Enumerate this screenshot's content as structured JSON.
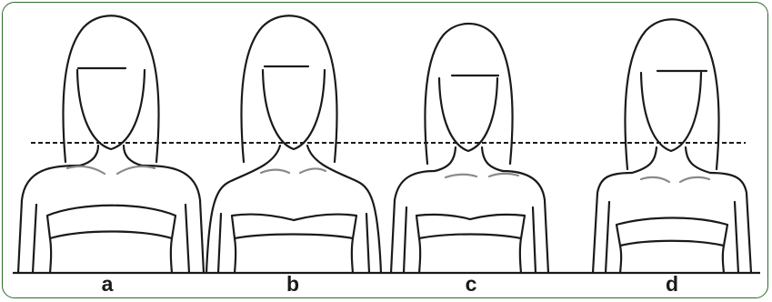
{
  "figures": [
    {
      "id": "a",
      "label": "a"
    },
    {
      "id": "b",
      "label": "b"
    },
    {
      "id": "c",
      "label": "c"
    },
    {
      "id": "d",
      "label": "d"
    }
  ],
  "colors": {
    "frame_border": "#2f6b2b",
    "outline": "#1a1a1a",
    "clavicle": "#8a8a8a",
    "reference_line": "#1a1a1a"
  }
}
